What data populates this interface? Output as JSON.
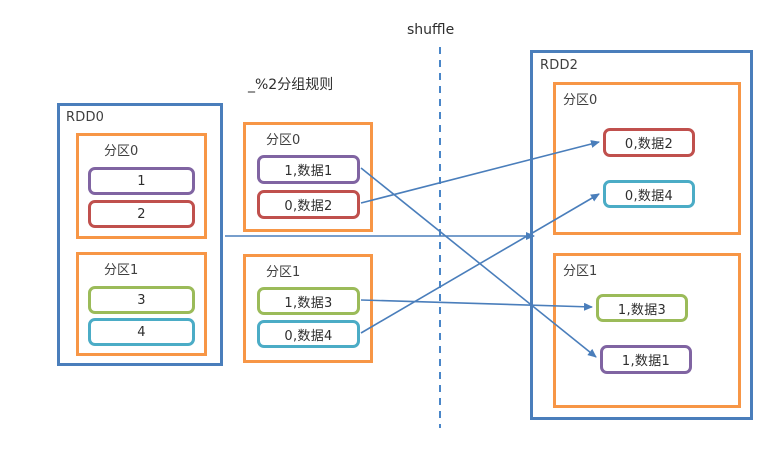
{
  "diagram": {
    "title_text": "shuffle",
    "rule_text": "_%2分组规则",
    "accent_blue": "#4A7EBB",
    "accent_orange": "#F79646",
    "colors": {
      "purple": "#8064A2",
      "red": "#C0504D",
      "green": "#9BBB59",
      "cyan": "#4BACC6"
    }
  },
  "rdd0": {
    "label": "RDD0",
    "partitions": [
      {
        "label": "分区0",
        "cells": [
          {
            "text": "1",
            "color": "purple"
          },
          {
            "text": "2",
            "color": "red"
          }
        ]
      },
      {
        "label": "分区1",
        "cells": [
          {
            "text": "3",
            "color": "green"
          },
          {
            "text": "4",
            "color": "cyan"
          }
        ]
      }
    ]
  },
  "rdd1": {
    "partitions": [
      {
        "label": "分区0",
        "cells": [
          {
            "text": "1,数据1",
            "color": "purple"
          },
          {
            "text": "0,数据2",
            "color": "red"
          }
        ]
      },
      {
        "label": "分区1",
        "cells": [
          {
            "text": "1,数据3",
            "color": "green"
          },
          {
            "text": "0,数据4",
            "color": "cyan"
          }
        ]
      }
    ]
  },
  "rdd2": {
    "label": "RDD2",
    "partitions": [
      {
        "label": "分区0",
        "cells": [
          {
            "text": "0,数据2",
            "color": "red"
          },
          {
            "text": "0,数据4",
            "color": "cyan"
          }
        ]
      },
      {
        "label": "分区1",
        "cells": [
          {
            "text": "1,数据3",
            "color": "green"
          },
          {
            "text": "1,数据1",
            "color": "purple"
          }
        ]
      }
    ]
  }
}
